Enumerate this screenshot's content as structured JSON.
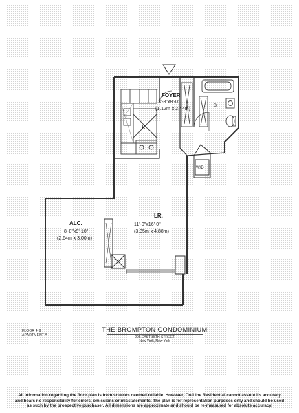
{
  "plan": {
    "foyer": {
      "name": "FOYER",
      "dim_imperial": "3'-8\"x8'-0\"",
      "dim_metric": "(1.12m x 2.44m)"
    },
    "kitchen": {
      "name": "K"
    },
    "bath": {
      "name": "B"
    },
    "washer_dryer": {
      "name": "W/D"
    },
    "living_room": {
      "name": "LR.",
      "dim_imperial": "11'-0\"x16'-0\"",
      "dim_metric": "(3.35m x 4.88m)"
    },
    "alcove": {
      "name": "ALC.",
      "dim_imperial": "8'-8\"x9'-10\"",
      "dim_metric": "(2.64m x 3.00m)"
    }
  },
  "caption": {
    "floor": "FLOOR 4-9",
    "apartment": "APARTMENT A",
    "building_name": "THE BROMPTON CONDOMINIUM",
    "address_line1": "205 EAST 85TH STREET",
    "address_line2": "New York, New York"
  },
  "disclaimer": {
    "line1": "All information regarding the floor plan is from sources deemed reliable.  However, On-Line Residential cannot assure its accuracy",
    "line2": "and bears no responsibility for errors, omissions or misstatements. The plan is for representation purposes only and should be used",
    "line3": "as such by the prospective purchaser. All dimensions are approximate and should be re-measured for absolute accuracy."
  }
}
